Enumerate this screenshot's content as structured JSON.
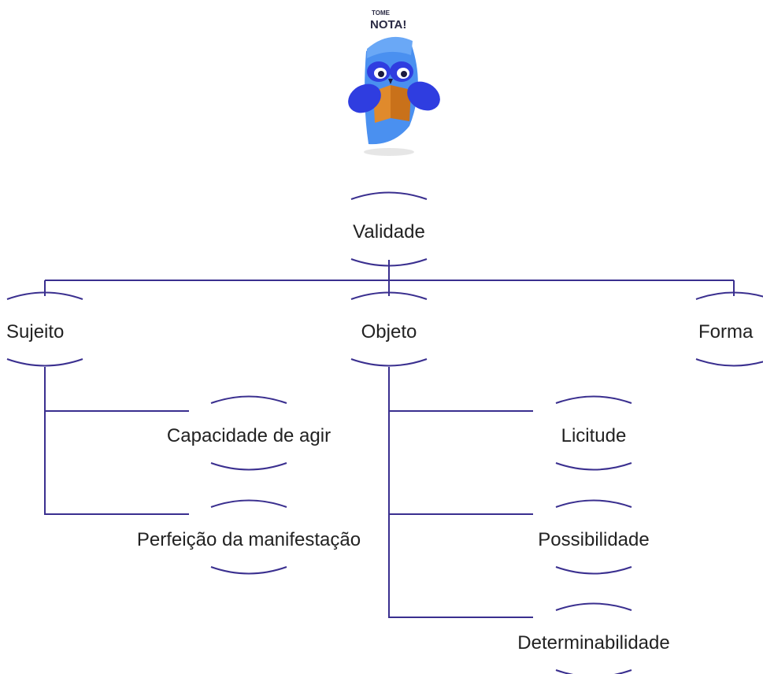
{
  "logo": {
    "line1": "TOME",
    "line2": "NOTA!",
    "colors": {
      "body": "#4a90f0",
      "wing": "#2f3de0",
      "book": "#e08a2c",
      "shadow": "#e6e6e6"
    }
  },
  "diagram": {
    "line_color": "#3a2f8f",
    "text_color": "#222222",
    "root": {
      "id": "validade",
      "label": "Validade"
    },
    "branches": [
      {
        "id": "sujeito",
        "label": "Sujeito",
        "children": [
          {
            "id": "capacidade",
            "label": "Capacidade de agir"
          },
          {
            "id": "perfeicao",
            "label": "Perfeição da manifestação"
          }
        ]
      },
      {
        "id": "objeto",
        "label": "Objeto",
        "children": [
          {
            "id": "licitude",
            "label": "Licitude"
          },
          {
            "id": "possibilidade",
            "label": "Possibilidade"
          },
          {
            "id": "determinabilidade",
            "label": "Determinabilidade"
          }
        ]
      },
      {
        "id": "forma",
        "label": "Forma",
        "children": []
      }
    ]
  }
}
